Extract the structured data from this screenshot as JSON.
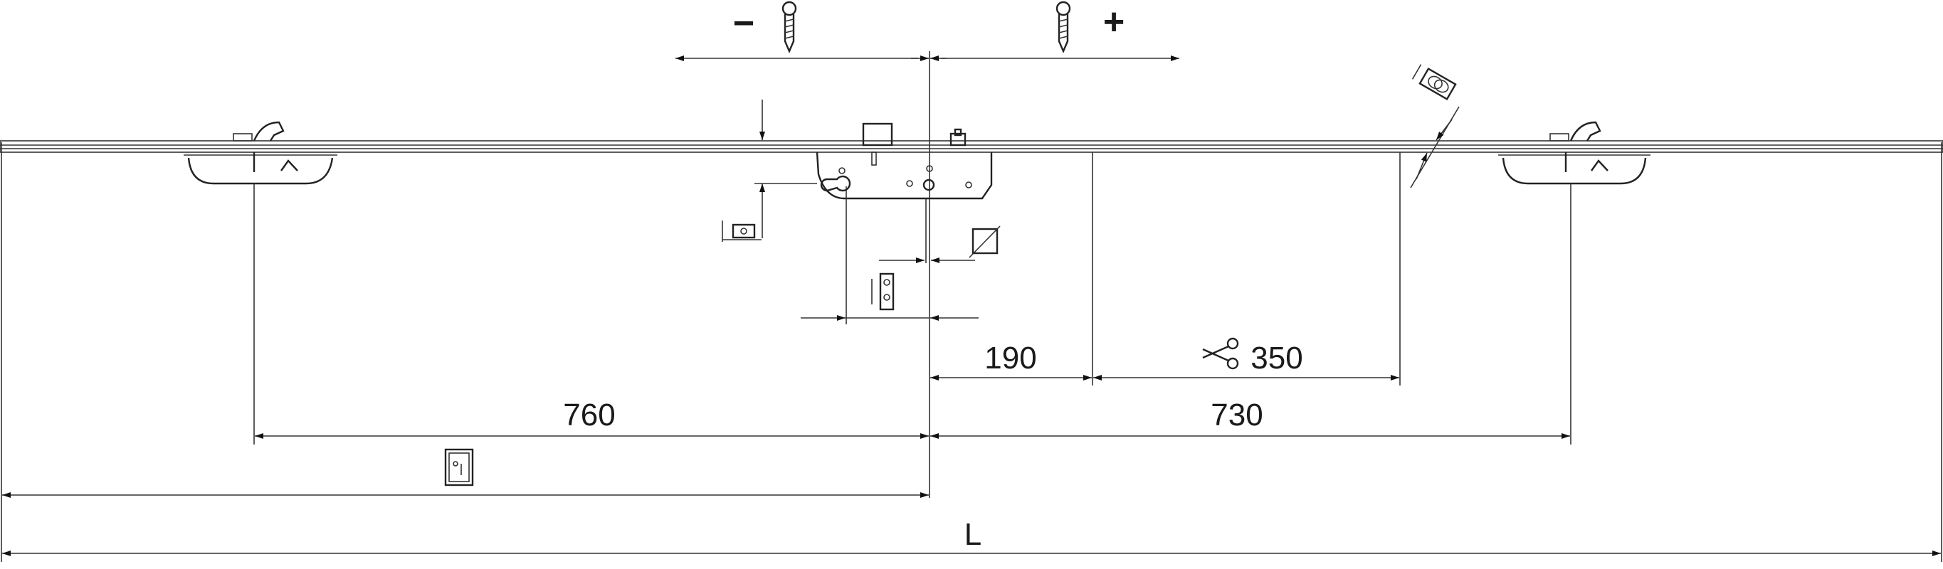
{
  "diagram": {
    "adjust_minus": "−",
    "adjust_plus": "+",
    "dimensions": {
      "d190": "190",
      "d350": "350",
      "d760": "760",
      "d730": "730",
      "total": "L"
    },
    "icons": [
      "screw-icon",
      "scissors-icon",
      "cylinder-icon",
      "square-spindle-icon",
      "hook-lock-icon",
      "rail-section-icon",
      "door-height-icon"
    ]
  }
}
